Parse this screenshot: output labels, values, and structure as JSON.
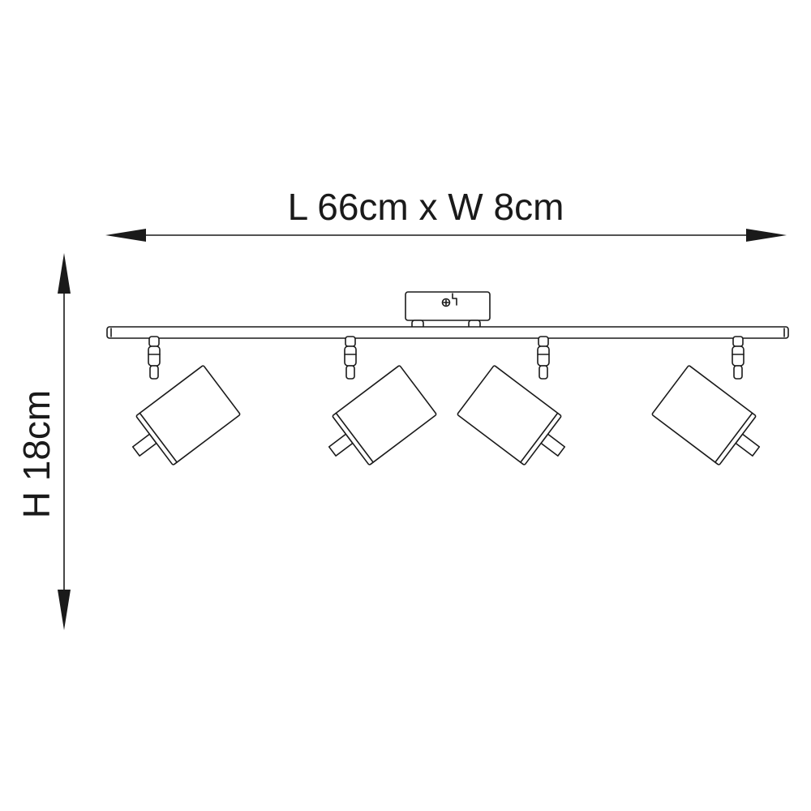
{
  "dimensions": {
    "width_label": "L 66cm x W 8cm",
    "height_label": "H 18cm"
  },
  "product": {
    "spotlight_count": 4
  },
  "colors": {
    "line": "#1a1a1a",
    "background": "#ffffff"
  }
}
